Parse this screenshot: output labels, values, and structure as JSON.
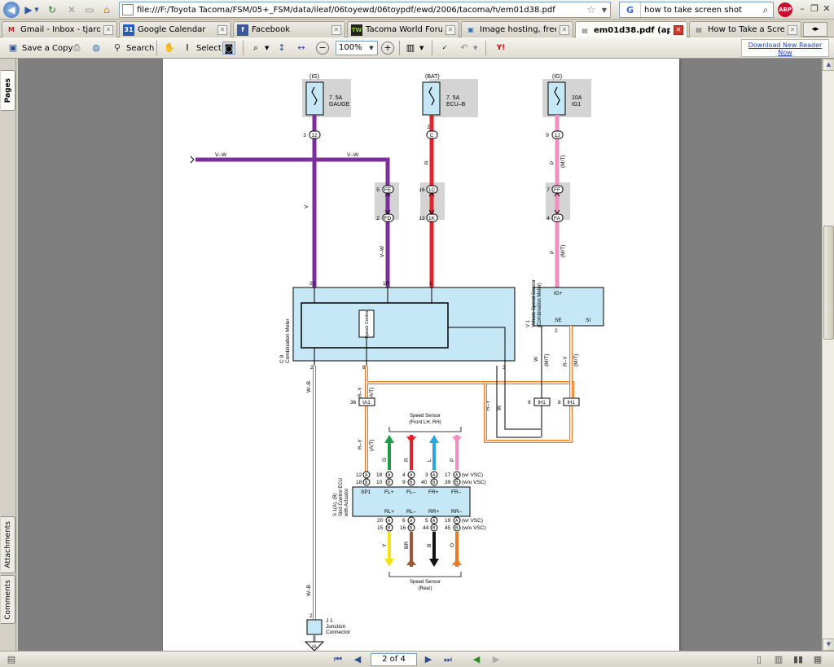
{
  "browser": {
    "url": "file:///F:/Toyota Tacoma/FSM/05+_FSM/data/ileaf/06toyewd/06toypdf/ewd/2006/tacoma/h/em01d38.pdf",
    "search_text": "how to take screen shot",
    "search_engine_glyph": "G",
    "abp_label": "ABP",
    "tabs": [
      {
        "label": "Gmail - Inbox - tjarosjr...",
        "icon": "M",
        "icon_color": "#c5221f"
      },
      {
        "label": "Google Calendar",
        "icon": "31",
        "icon_color": "#2a5db0"
      },
      {
        "label": "Facebook",
        "icon": "f",
        "icon_color": "#3b5998"
      },
      {
        "label": "Tacoma World Forums -...",
        "icon": "TW",
        "icon_color": "#333333"
      },
      {
        "label": "Image hosting, free ph...",
        "icon": "▣",
        "icon_color": "#2c6fb7"
      },
      {
        "label": "em01d38.pdf (appli...",
        "icon": "▤",
        "icon_color": "#666666"
      },
      {
        "label": "How to Take a Screens...",
        "icon": "▤",
        "icon_color": "#666666"
      }
    ]
  },
  "reader": {
    "save_copy": "Save a Copy",
    "search": "Search",
    "select": "Select",
    "zoom": "100%",
    "promo": "Download New Reader Now",
    "side_tabs": {
      "pages": "Pages",
      "attachments": "Attachments",
      "comments": "Comments"
    },
    "page_indicator": "2 of 4"
  },
  "diagram": {
    "fuses": [
      {
        "source": "(IG)",
        "rating": "7. 5A",
        "name": "GAUGE"
      },
      {
        "source": "(BAT)",
        "rating": "7. 5A",
        "name": "ECU–B"
      },
      {
        "source": "(IG)",
        "rating": "10A",
        "name": "IG1"
      }
    ],
    "pins": {
      "p_3": "3",
      "p_12": "12",
      "p_2a": "2",
      "p_c": "C",
      "p_9": "9",
      "p_1j": "1J",
      "p_5": "5",
      "p_fe": "FE",
      "p_2b": "2",
      "p_fd": "FD",
      "p_16": "16",
      "p_1c": "1C",
      "p_13": "13",
      "p_1k": "1K",
      "p_7": "7",
      "p_ff": "FF",
      "p_4": "4",
      "p_fa": "FA",
      "p_21": "21",
      "p_1r": "1R",
      "p_1": "1",
      "p_8": "8",
      "p_2c": "2",
      "p_3b": "3",
      "p_36": "36",
      "p_ia1": "IA1",
      "p_9b": "9",
      "p_8b": "8",
      "p_ih1a": "IH1",
      "p_ih1b": "IH1",
      "p_2d": "2",
      "p_ia": "IA"
    },
    "wires": {
      "vw_left": "V–W",
      "vw_mid": "V–W",
      "v_vert": "V",
      "vw_vert": "V–W",
      "r_vert": "R",
      "p_top": "P",
      "mt_top": "(M/T)",
      "p_mid": "P",
      "mt_mid": "(M/T)",
      "wb_top": "W–B",
      "wb_bot": "W–B",
      "ry_at": "R–Y",
      "at_1": "(A/T)",
      "ry_at2": "R–Y",
      "at_2": "(A/T)",
      "ry_h": "R–Y",
      "w_h": "W",
      "w_right": "W",
      "mt_r1": "(M/T)",
      "ry_right": "R–Y",
      "mt_r2": "(M/T)",
      "g": "G",
      "r": "R",
      "l": "L",
      "p": "P",
      "y": "Y",
      "br": "BR",
      "b": "B",
      "o": "O"
    },
    "combination_meter": {
      "code": "C 9",
      "name": "Combination Meter",
      "speed_control": "Speed Control"
    },
    "vss": {
      "code": "V 1",
      "name": "Vehicle Speed Sensor",
      "sub": "(Combination Meter)",
      "ig": "IG+",
      "se": "SE",
      "si": "SI"
    },
    "skid_ecu": {
      "code": "S 1(A), (B)",
      "name": "Skid Control ECU",
      "sub": "with Actuator",
      "top_labels": [
        "SP1",
        "FL+",
        "FL–",
        "FR+",
        "FR–"
      ],
      "bottom_labels": [
        "RL+",
        "RL–",
        "RR+",
        "RR–"
      ],
      "row1": [
        "12",
        "18",
        "4",
        "3",
        "17"
      ],
      "row2": [
        "18",
        "10",
        "9",
        "40",
        "39"
      ],
      "row3": [
        "20",
        "6",
        "5",
        "19"
      ],
      "row4": [
        "15",
        "16",
        "44",
        "45"
      ],
      "w_vsc": "(w/ VSC)",
      "wo_vsc": "(w/o VSC)",
      "conn_a": "A",
      "conn_b": "B"
    },
    "sensor_front": {
      "title": "Speed Sensor",
      "sub": "(Front LH,  RH)"
    },
    "sensor_rear": {
      "title": "Speed Sensor",
      "sub": "(Rear)"
    },
    "junction": {
      "code": "J 1",
      "name": "Junction",
      "sub": "Connector"
    },
    "colors": {
      "purple": "#7b2f9b",
      "red": "#e0242d",
      "pink": "#ee8fc0",
      "orange": "#ea7a26",
      "green": "#1f9a45",
      "blue": "#2aa6df",
      "yellow": "#f5e21a",
      "brown": "#9a5a36",
      "black": "#111111",
      "meter_fill": "#c6e7f6"
    }
  }
}
